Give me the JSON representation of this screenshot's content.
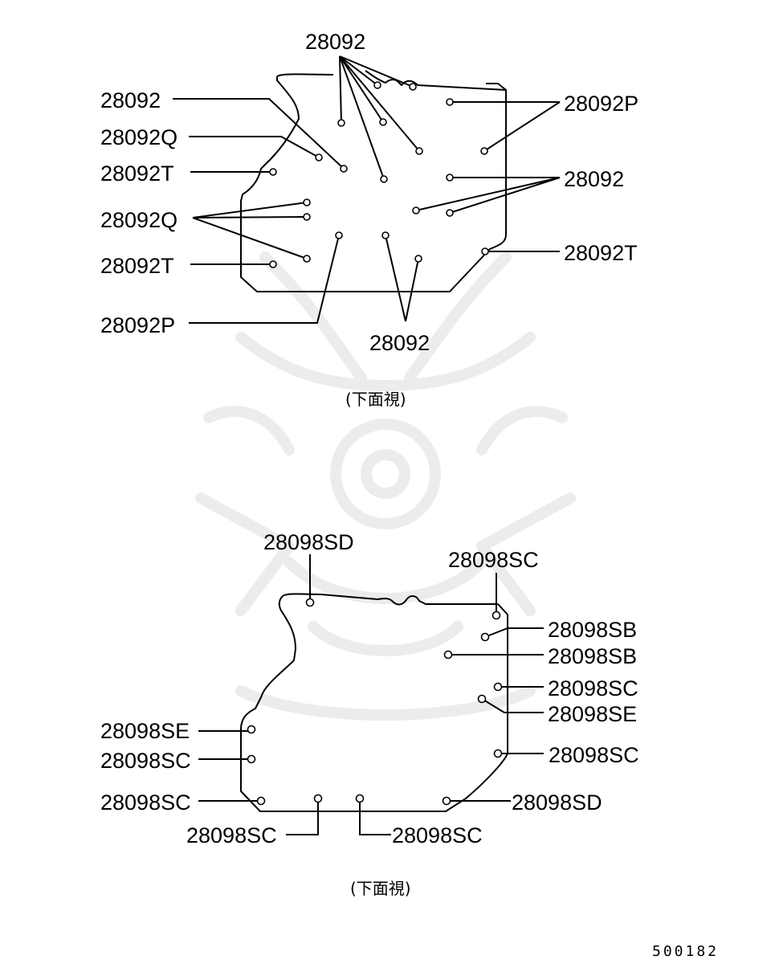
{
  "diagram_top": {
    "labels": [
      "28092",
      "28092",
      "28092Q",
      "28092T",
      "28092Q",
      "28092T",
      "28092P",
      "28092",
      "28092P",
      "28092",
      "28092T"
    ],
    "caption": "(下面視)"
  },
  "diagram_bottom": {
    "labels": [
      "28098SD",
      "28098SC",
      "28098SB",
      "28098SB",
      "28098SC",
      "28098SE",
      "28098SE",
      "28098SC",
      "28098SC",
      "28098SC",
      "28098SC",
      "28098SD",
      "28098SC"
    ],
    "caption": "(下面視)"
  },
  "figure_code": "500182"
}
